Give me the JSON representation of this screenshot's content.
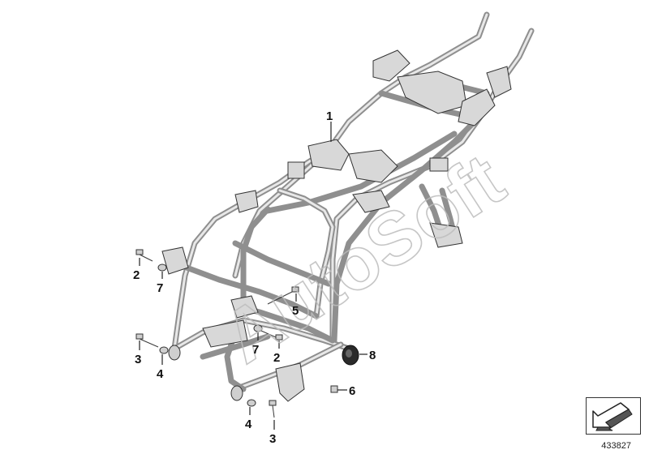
{
  "diagram": {
    "watermark": "AutoSoft",
    "reference_number": "433827",
    "callouts": [
      {
        "id": "c1a",
        "label": "1"
      },
      {
        "id": "c2a",
        "label": "2"
      },
      {
        "id": "c7a",
        "label": "7"
      },
      {
        "id": "c5a",
        "label": "5"
      },
      {
        "id": "c3a",
        "label": "3"
      },
      {
        "id": "c4a",
        "label": "4"
      },
      {
        "id": "c7b",
        "label": "7"
      },
      {
        "id": "c2b",
        "label": "2"
      },
      {
        "id": "c8a",
        "label": "8"
      },
      {
        "id": "c6a",
        "label": "6"
      },
      {
        "id": "c4b",
        "label": "4"
      },
      {
        "id": "c3b",
        "label": "3"
      }
    ]
  }
}
